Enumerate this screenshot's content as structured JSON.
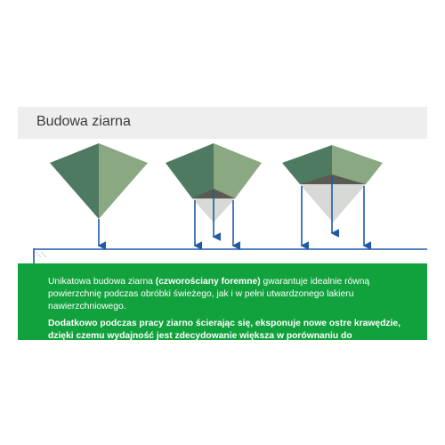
{
  "title": "Budowa ziarna",
  "paragraph1": {
    "before": "Unikatowa budowa ziarna ",
    "bold": "(czworościany foremne)",
    "after": " gwarantuje idealnie równą powierzchnię podczas obróbki świeżego, jak i w pełni utwardzonego lakieru nawierzchniowego."
  },
  "paragraph2": "Dodatkowo podczas pracy ziarno ścierając się, eksponuje nowe ostre krawędzie, dzięki czemu wydajność jest zdecydowanie większa w porównaniu do tradycyjnego ziarna.",
  "colors": {
    "accent_green": "#12a23d",
    "arrow_blue": "#1f5aa8",
    "grain_dark": "#4e7a61",
    "grain_light": "#8aa882",
    "worn_grey": "#d6d9d6",
    "title_bg": "#eeeeee"
  }
}
